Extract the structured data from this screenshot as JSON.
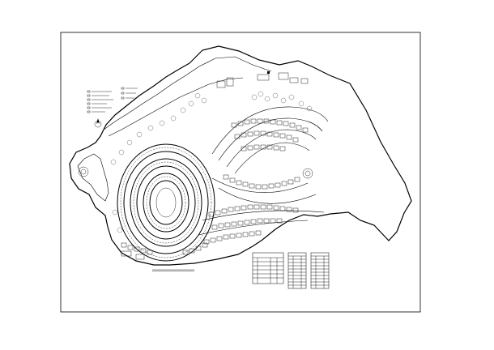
{
  "drawing": {
    "type": "site master plan",
    "title": "",
    "watermark": "",
    "tables": [
      {
        "id": "economic-table",
        "title": "",
        "rows": 7,
        "cols": 4
      },
      {
        "id": "legend-table-a",
        "title": "",
        "rows": 10,
        "cols": 3
      },
      {
        "id": "legend-table-b",
        "title": "",
        "rows": 10,
        "cols": 3
      }
    ],
    "plan_caption": "",
    "north_arrow": "north-arrow-icon",
    "colors": {
      "line": "#000000",
      "background": "#ffffff",
      "watermark": "#d9d9d9"
    }
  }
}
